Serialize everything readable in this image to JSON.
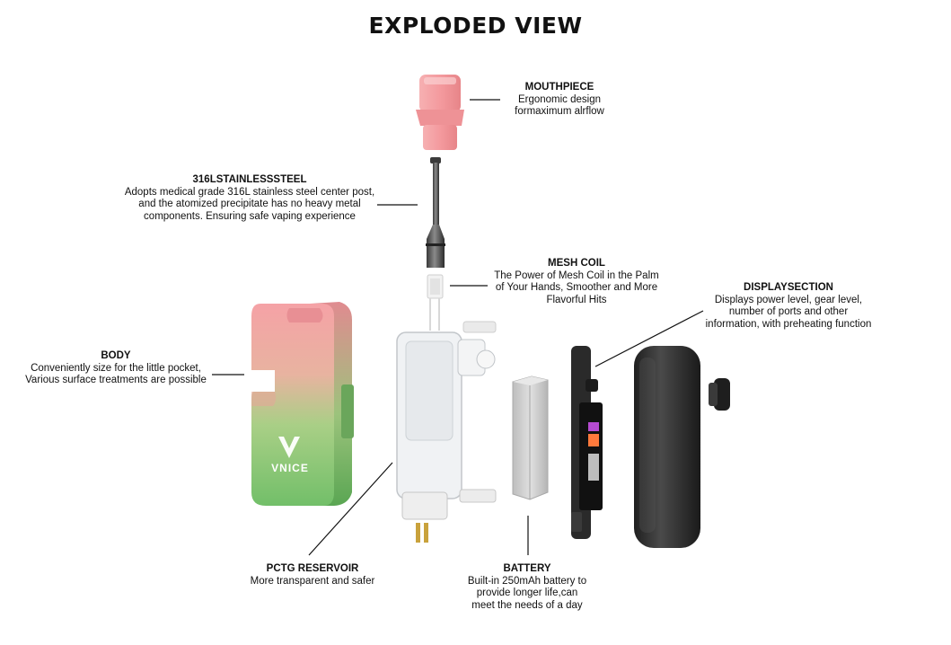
{
  "title": "EXPLODED VIEW",
  "brand": "VNICE",
  "parts": {
    "mouthpiece": {
      "heading": "MOUTHPIECE",
      "desc": "Ergonomic design\nformaximum alrflow"
    },
    "steel": {
      "heading": "316LSTAINLESSSTEEL",
      "desc": "Adopts medical grade 316L stainless steel center post,\nand the atomized precipitate has no heavy metal\ncomponents. Ensuring safe vaping experience"
    },
    "mesh_coil": {
      "heading": "MESH COIL",
      "desc": "The Power of Mesh Coil in the Palm\nof Your Hands, Smoother and More\nFlavorful Hits"
    },
    "display": {
      "heading": "DISPLAYSECTION",
      "desc": "Displays power level, gear level,\nnumber of ports and other\ninformation, with preheating function"
    },
    "body": {
      "heading": "BODY",
      "desc": "Conveniently size for the little pocket,\nVarious surface treatments are possible"
    },
    "reservoir": {
      "heading": "PCTG RESERVOIR",
      "desc": "More transparent and safer"
    },
    "battery": {
      "heading": "BATTERY",
      "desc": "Built-in 250mAh battery to\nprovide longer life,can\nmeet the needs of a day"
    }
  },
  "colors": {
    "pink": "#f4a3a6",
    "green": "#7cc46e",
    "dark_shell": "#2b2b2b",
    "battery_gray": "#c9c9c9"
  }
}
